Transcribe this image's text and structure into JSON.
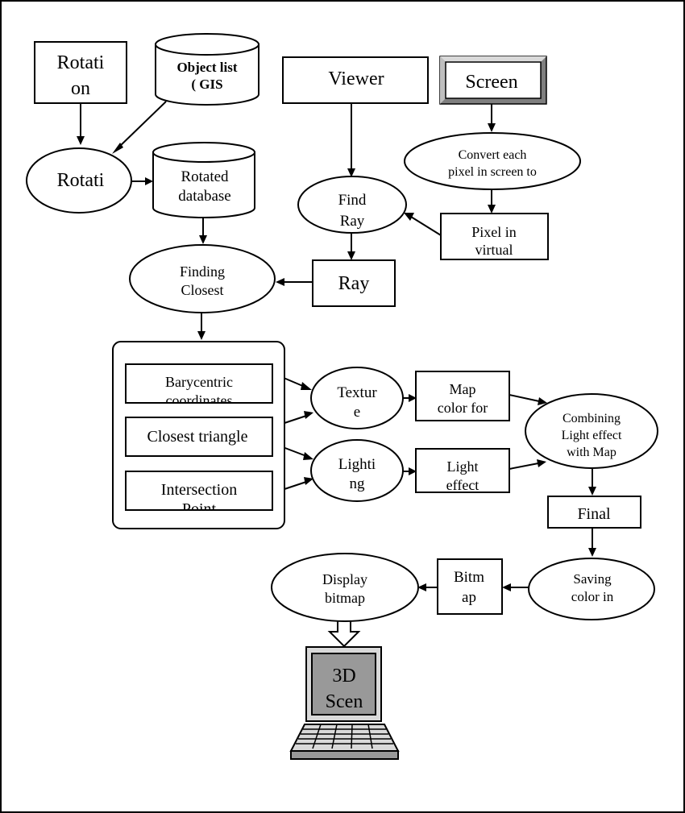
{
  "nodes": {
    "rotation_box": {
      "line1": "Rotati",
      "line2": "on"
    },
    "object_list": {
      "line1": "Object list",
      "line2": "( GIS"
    },
    "rotation_ellipse": {
      "label": "Rotati"
    },
    "rotated_database": {
      "line1": "Rotated",
      "line2": "database"
    },
    "viewer": {
      "label": "Viewer"
    },
    "screen": {
      "label": "Screen"
    },
    "convert_pixel": {
      "line1": "Convert each",
      "line2": "pixel in screen to"
    },
    "find_ray": {
      "line1": "Find",
      "line2": "Ray"
    },
    "pixel_virtual": {
      "line1": "Pixel in",
      "line2": "virtual"
    },
    "finding_closest": {
      "line1": "Finding",
      "line2": "Closest"
    },
    "ray": {
      "label": "Ray"
    },
    "barycentric": {
      "line1": "Barycentric",
      "line2": "coordinates"
    },
    "closest_triangle": {
      "label": "Closest triangle"
    },
    "intersection": {
      "line1": "Intersection",
      "line2": "Point"
    },
    "texture": {
      "line1": "Textur",
      "line2": "e"
    },
    "lighting": {
      "line1": "Lighti",
      "line2": "ng"
    },
    "map_color": {
      "line1": "Map",
      "line2": "color for"
    },
    "light_effect": {
      "line1": "Light",
      "line2": "effect"
    },
    "combining": {
      "line1": "Combining",
      "line2": "Light effect",
      "line3": "with Map"
    },
    "final": {
      "label": "Final"
    },
    "saving": {
      "line1": "Saving",
      "line2": "color in"
    },
    "bitmap": {
      "line1": "Bitm",
      "line2": "ap"
    },
    "display_bitmap": {
      "line1": "Display",
      "line2": "bitmap"
    },
    "scene_3d": {
      "line1": "3D",
      "line2": "Scen"
    }
  },
  "colors": {
    "monitor_screen": "#999999",
    "monitor_body": "#d9d9d9",
    "screen_bevel": "#7f7f7f"
  },
  "icons": {
    "computer": "laptop-icon",
    "down_arrow": "hollow-down-arrow-icon"
  }
}
